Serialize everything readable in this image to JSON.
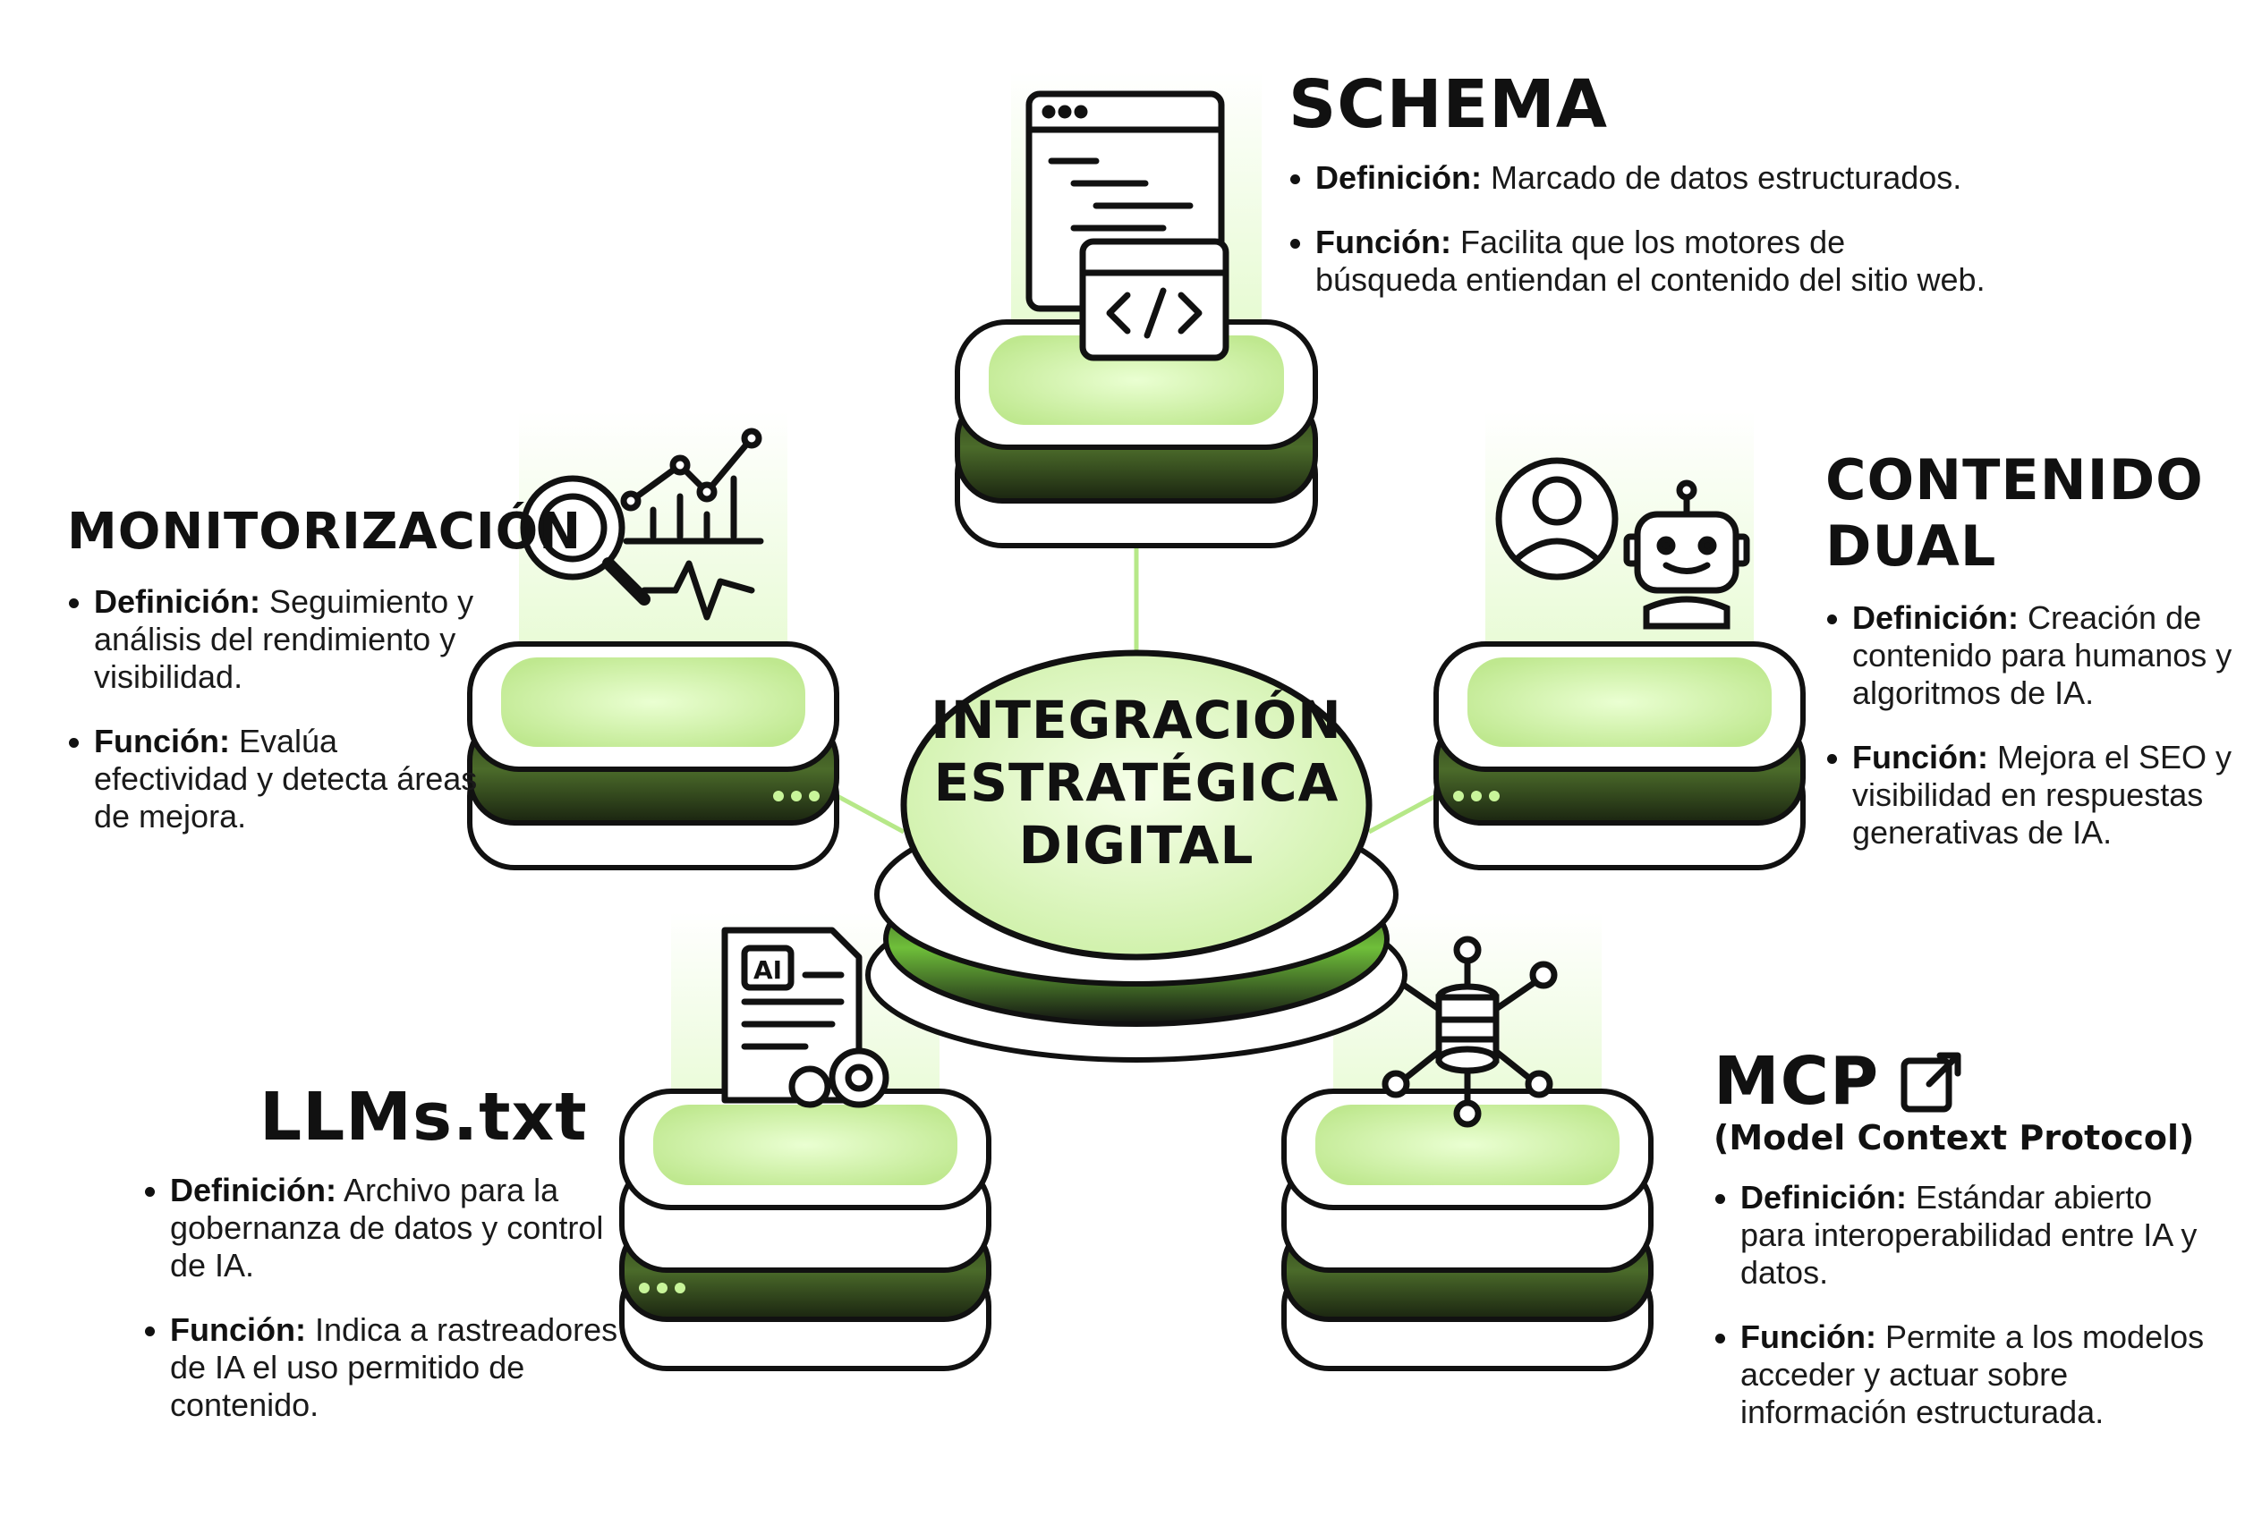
{
  "center": {
    "line1": "INTEGRACIÓN",
    "line2": "ESTRATÉGICA",
    "line3": "DIGITAL"
  },
  "nodes": {
    "schema": {
      "title": "SCHEMA",
      "def_label": "Definición:",
      "def_text": " Marcado de datos estructurados.",
      "func_label": "Función:",
      "func_text": " Facilita que los motores de búsqueda entiendan el contenido del sitio web."
    },
    "monitorizacion": {
      "title": "MONITORIZACIÓN",
      "def_label": "Definición:",
      "def_text": " Seguimiento y análisis del rendimiento y visibilidad.",
      "func_label": "Función:",
      "func_text": " Evalúa efectividad y detecta áreas de mejora."
    },
    "contenido": {
      "title_line1": "CONTENIDO",
      "title_line2": "DUAL",
      "def_label": "Definición:",
      "def_text": " Creación de contenido para humanos y algoritmos de IA.",
      "func_label": "Función:",
      "func_text": " Mejora el SEO y visibilidad en respuestas generativas de IA."
    },
    "llms": {
      "title": "LLMs.txt",
      "icon_badge": "AI",
      "def_label": "Definición:",
      "def_text": " Archivo para la gobernanza de datos y control de IA.",
      "func_label": "Función:",
      "func_text": " Indica a rastreadores de IA el uso permitido de contenido."
    },
    "mcp": {
      "title": "MCP",
      "subtitle": "(Model Context Protocol)",
      "def_label": "Definición:",
      "def_text": " Estándar abierto para interoperabilidad entre IA y datos.",
      "func_label": "Función:",
      "func_text": " Permite a los modelos acceder y actuar sobre información estructurada."
    }
  },
  "colors": {
    "accent": "#c8f59a",
    "accent_dark": "#7fc94a",
    "glow": "#e9fbd6",
    "ink": "#111111",
    "dark_band": "#1c2a12"
  }
}
